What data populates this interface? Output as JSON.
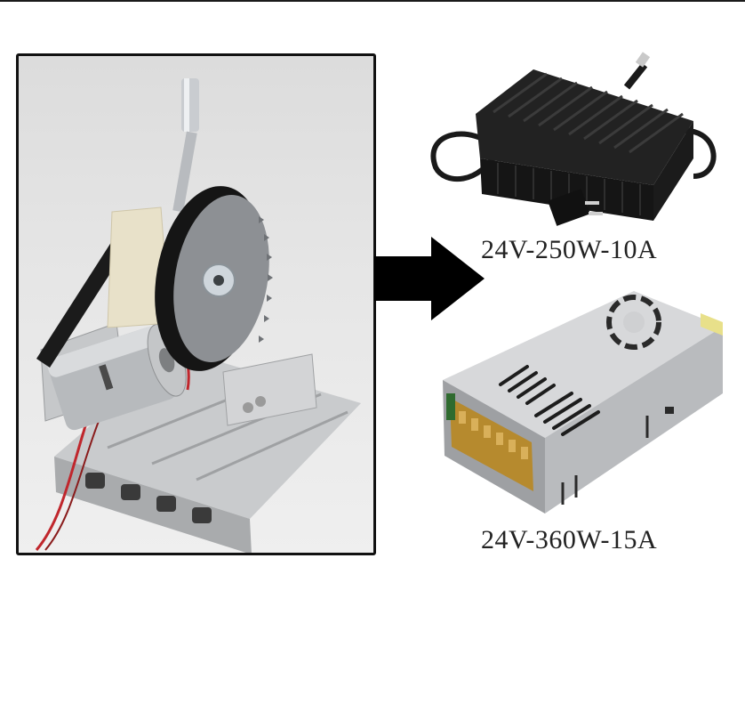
{
  "figure": {
    "main_product": "mini table saw",
    "arrow_direction": "right"
  },
  "power_supplies": [
    {
      "type": "adapter",
      "label": "24V-250W-10A",
      "color": "#1c1c1c"
    },
    {
      "type": "switching-psu",
      "label": "24V-360W-15A",
      "color": "#c9cacc"
    }
  ],
  "colors": {
    "frame_border": "#111111",
    "arrow": "#000000",
    "label_text": "#222222",
    "background": "#ffffff"
  }
}
